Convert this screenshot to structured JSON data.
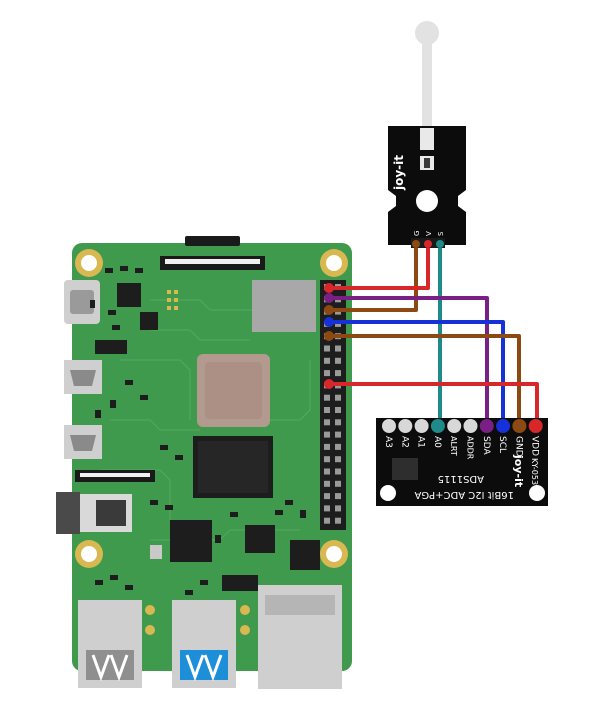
{
  "sensor": {
    "brand": "joy-it",
    "pin_labels": [
      "G",
      "V",
      "S"
    ]
  },
  "adc": {
    "brand": "joy-it",
    "model": "KY-053",
    "chip": "ADS1115",
    "description": "16Bit I2C ADC+PGA",
    "pin_labels": [
      "A3",
      "A2",
      "A1",
      "A0",
      "ALRT",
      "ADDR",
      "SDA",
      "SCL",
      "GND",
      "VDD"
    ]
  },
  "colors": {
    "board": "#3f9a4d",
    "board_dark": "#2f7d3c",
    "wire_red": "#d7272b",
    "wire_brown": "#8c4a12",
    "wire_purple": "#7a1f86",
    "wire_blue": "#1631d8",
    "wire_teal": "#1f8a8a",
    "module_black": "#0c0c0c"
  }
}
